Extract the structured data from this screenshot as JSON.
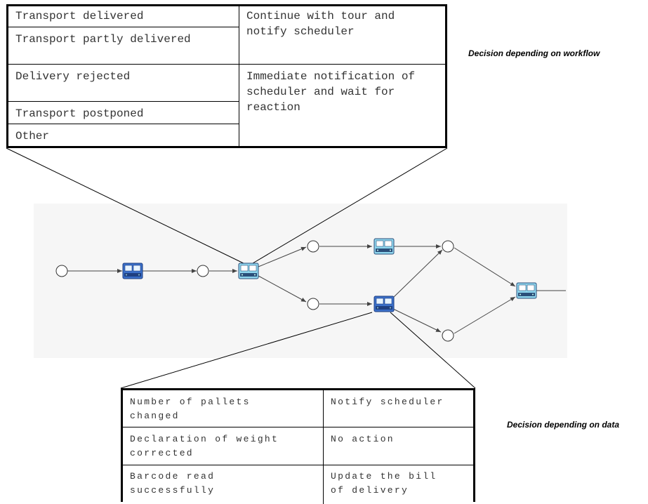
{
  "top_table": {
    "left_rows": [
      "Transport delivered",
      "Transport partly delivered",
      "Delivery rejected",
      "Transport postponed",
      "Other"
    ],
    "right_rows": [
      "Continue with tour and\nnotify scheduler",
      "Immediate notification of\nscheduler and wait for\nreaction"
    ]
  },
  "captions": {
    "workflow": "Decision depending on workflow",
    "data": "Decision depending on data"
  },
  "bottom_table": {
    "rows": [
      {
        "condition": "Number of pallets\nchanged",
        "action": "Notify scheduler"
      },
      {
        "condition": "Declaration of weight\ncorrected",
        "action": "No action"
      },
      {
        "condition": "Barcode read\nsuccessfully",
        "action": "Update the bill\nof delivery"
      }
    ]
  },
  "colors": {
    "function_box_dark": "#3a6fc9",
    "function_box_light": "#8fd6ee",
    "edge": "#444444"
  }
}
